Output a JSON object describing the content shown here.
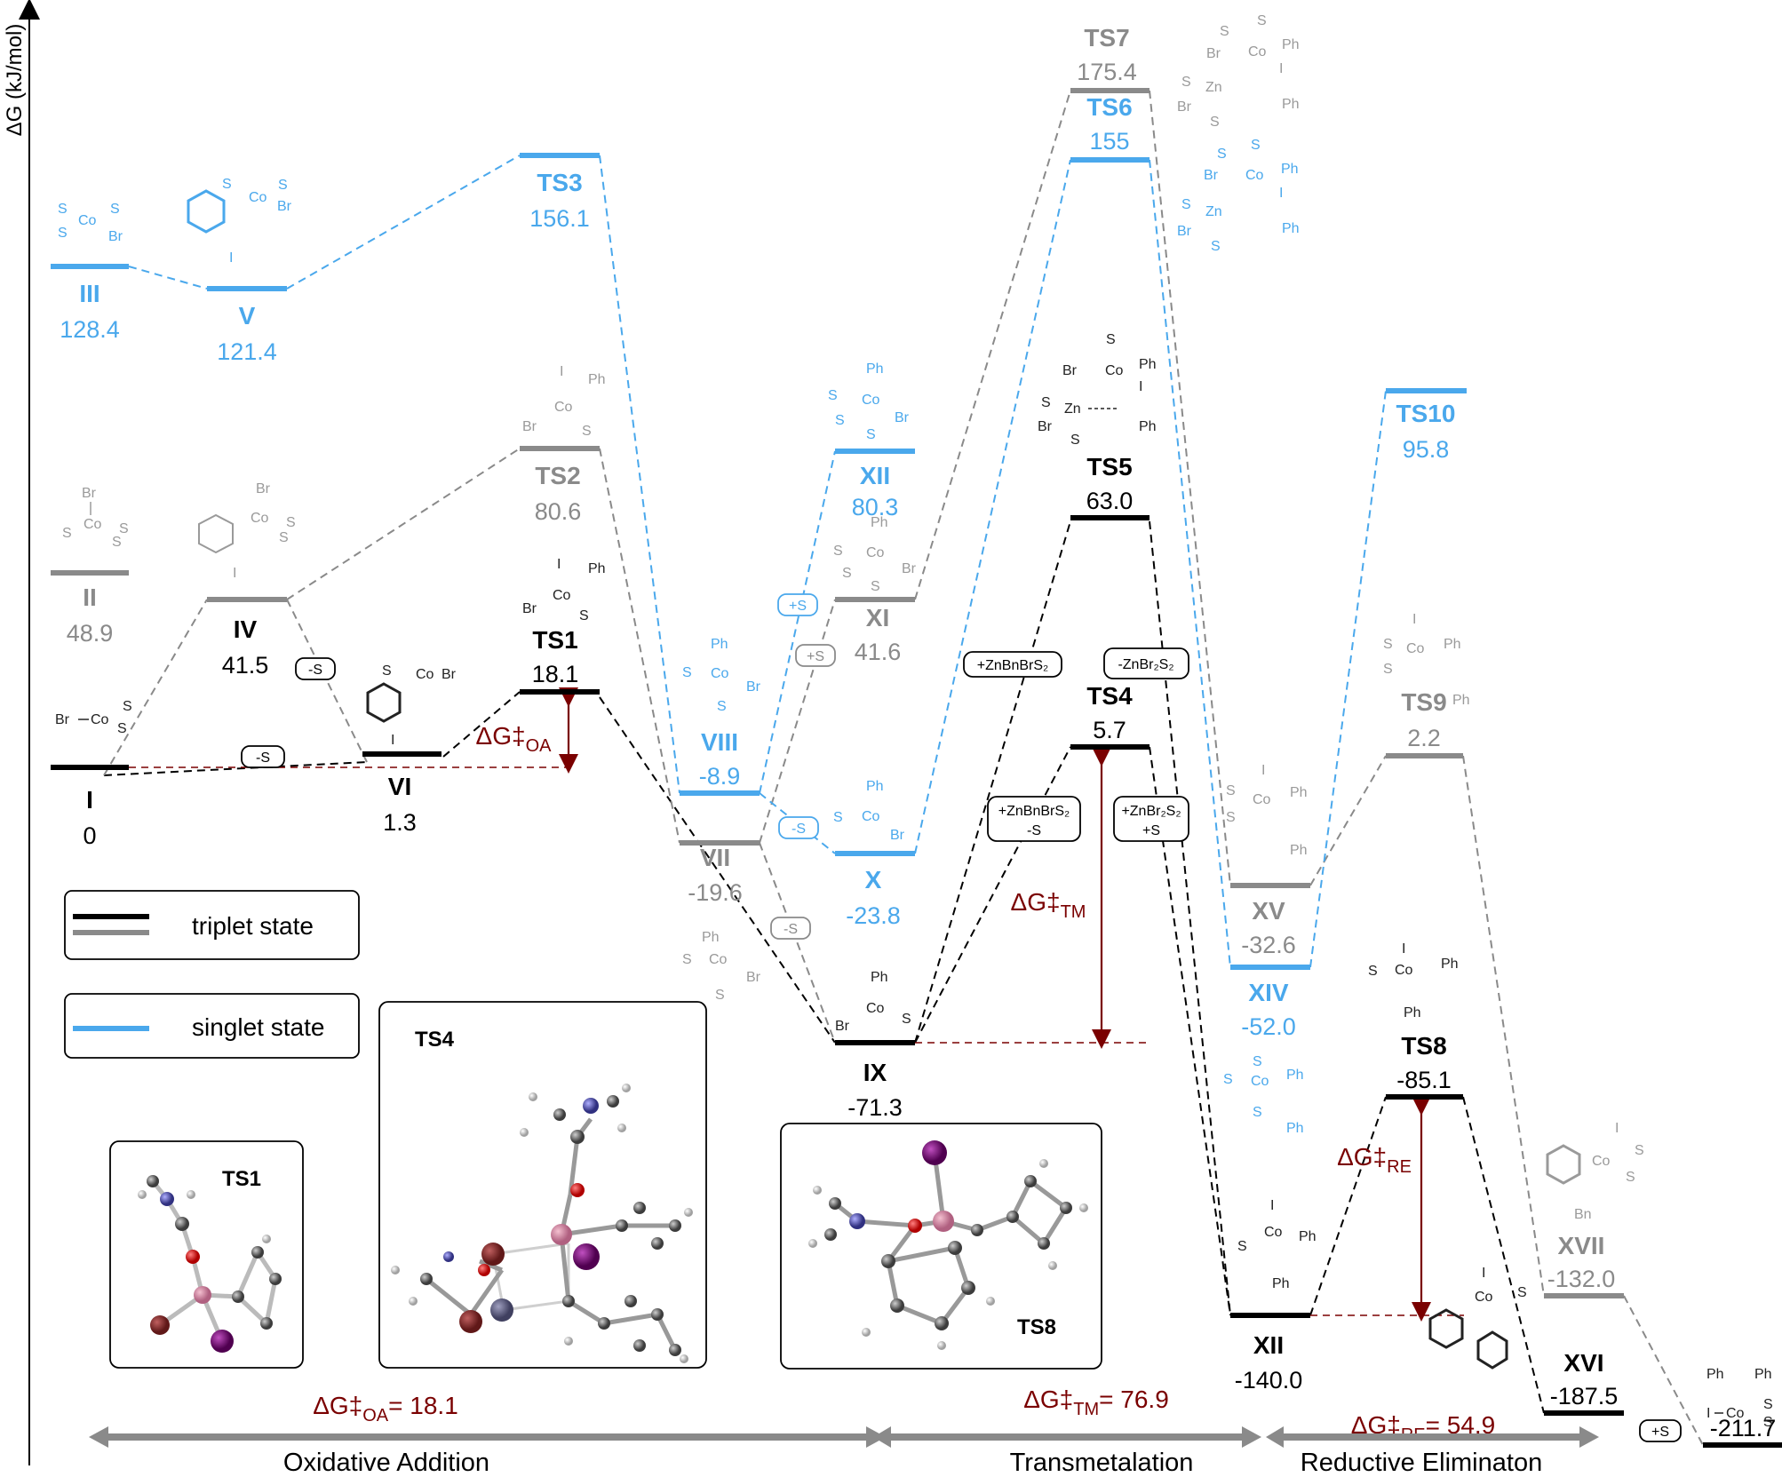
{
  "y_axis": {
    "label": "ΔG (kJ/mol)"
  },
  "legend": {
    "triplet": "triplet state",
    "singlet": "singlet state",
    "colors": {
      "triplet_dark": "#000000",
      "triplet_light": "#8a8a8a",
      "singlet": "#4aa8ec"
    }
  },
  "levels": {
    "I": {
      "label": "I",
      "value": "0"
    },
    "II": {
      "label": "II",
      "value": "48.9"
    },
    "III": {
      "label": "III",
      "value": "128.4"
    },
    "IV": {
      "label": "IV",
      "value": "41.5"
    },
    "V": {
      "label": "V",
      "value": "121.4"
    },
    "VI": {
      "label": "VI",
      "value": "1.3"
    },
    "TS1": {
      "label": "TS1",
      "value": "18.1"
    },
    "TS2": {
      "label": "TS2",
      "value": "80.6"
    },
    "TS3": {
      "label": "TS3",
      "value": "156.1"
    },
    "VII": {
      "label": "VII",
      "value": "-19.6"
    },
    "VIII": {
      "label": "VIII",
      "value": "-8.9"
    },
    "IX": {
      "label": "IX",
      "value": "-71.3"
    },
    "X": {
      "label": "X",
      "value": "-23.8"
    },
    "XI": {
      "label": "XI",
      "value": "41.6"
    },
    "XIIs": {
      "label": "XII",
      "value": "80.3"
    },
    "TS4": {
      "label": "TS4",
      "value": "5.7"
    },
    "TS5": {
      "label": "TS5",
      "value": "63.0"
    },
    "TS6": {
      "label": "TS6",
      "value": "155"
    },
    "TS7": {
      "label": "TS7",
      "value": "175.4"
    },
    "XII": {
      "label": "XII",
      "value": "-140.0"
    },
    "XIV": {
      "label": "XIV",
      "value": "-52.0"
    },
    "XV": {
      "label": "XV",
      "value": "-32.6"
    },
    "TS8": {
      "label": "TS8",
      "value": "-85.1"
    },
    "TS9": {
      "label": "TS9",
      "value": "2.2"
    },
    "TS10": {
      "label": "TS10",
      "value": "95.8"
    },
    "XVI": {
      "label": "XVI",
      "value": "-187.5"
    },
    "XVII": {
      "label": "XVII",
      "value": "-132.0"
    },
    "final": {
      "value": "-211.7"
    }
  },
  "step_tags": {
    "s1": "-S",
    "s2": "-S",
    "s3": "+S",
    "s4": "+S",
    "s5": "-S",
    "s6": "-S",
    "t1": "+ZnBnBrS₂",
    "t2": "-ZnBr₂S₂",
    "t3a": "+ZnBnBrS₂",
    "t3b": "-S",
    "t4a": "+ZnBr₂S₂",
    "t4b": "+S",
    "s7": "+S"
  },
  "barriers": {
    "oa_inline": "ΔG‡OA",
    "tm_inline": "ΔG‡TM",
    "re_inline": "ΔG‡RE",
    "oa_total": "ΔG‡OA= 18.1",
    "tm_total": "ΔG‡TM= 76.9",
    "re_total": "ΔG‡RE= 54.9"
  },
  "sections": [
    "Oxidative Addition",
    "Transmetalation",
    "Reductive Eliminaton"
  ],
  "insets": {
    "a": "TS1",
    "b": "TS4",
    "c": "TS8"
  },
  "molecule_text": {
    "co": "Co",
    "s": "S",
    "br": "Br",
    "i": "I",
    "ph": "Ph",
    "zn": "Zn",
    "bn": "Bn"
  }
}
